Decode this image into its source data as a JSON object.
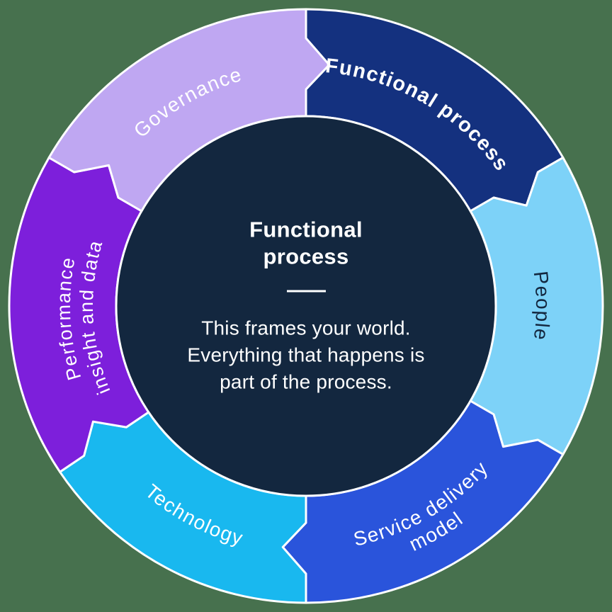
{
  "background_color": "#47714E",
  "wheel": {
    "stroke_color": "#FFFFFF",
    "segments": [
      {
        "id": "functional-process",
        "label_lines": [
          "Functional process"
        ],
        "color": "#14317F",
        "text_color": "#FFFFFF",
        "selected": true
      },
      {
        "id": "people",
        "label_lines": [
          "People"
        ],
        "color": "#7DD2F8",
        "text_color": "#13273F",
        "selected": false
      },
      {
        "id": "service-delivery-model",
        "label_lines": [
          "Service delivery",
          "model"
        ],
        "color": "#2A54DB",
        "text_color": "#FFFFFF",
        "selected": false
      },
      {
        "id": "technology",
        "label_lines": [
          "Technology"
        ],
        "color": "#19B8EF",
        "text_color": "#FFFFFF",
        "selected": false
      },
      {
        "id": "performance-insight-and-data",
        "label_lines": [
          "Performance",
          "insight and data"
        ],
        "color": "#7D1FDB",
        "text_color": "#FFFFFF",
        "selected": false
      },
      {
        "id": "governance",
        "label_lines": [
          "Governance"
        ],
        "color": "#BFA7F2",
        "text_color": "#FFFFFF",
        "selected": false
      }
    ],
    "center": {
      "fill": "#13273F",
      "text_color": "#FFFFFF",
      "title_lines": [
        "Functional",
        "process"
      ],
      "body_lines": [
        "This frames your world.",
        "Everything that happens is",
        "part of the process."
      ]
    }
  }
}
